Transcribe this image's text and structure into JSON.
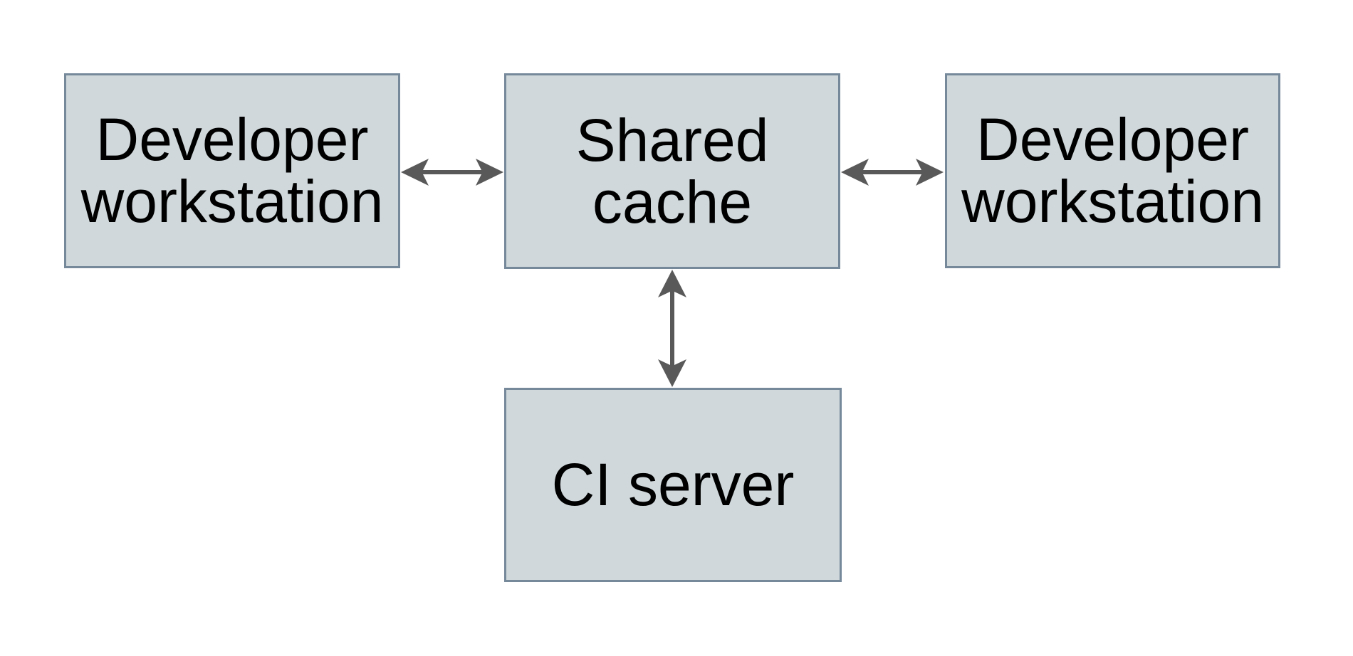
{
  "colors": {
    "background": "#ffffff",
    "node-fill": "#d0d8db",
    "node-border": "#76899a",
    "arrow": "#595959",
    "text": "#000000"
  },
  "nodes": {
    "dev_left": {
      "line1": "Developer",
      "line2": "workstation"
    },
    "shared_cache": {
      "line1": "Shared",
      "line2": "cache"
    },
    "dev_right": {
      "line1": "Developer",
      "line2": "workstation"
    },
    "ci_server": {
      "line1": "CI server"
    }
  },
  "edges": [
    {
      "from": "developer-workstation-left",
      "to": "shared-cache",
      "type": "bidirectional",
      "orientation": "horizontal"
    },
    {
      "from": "shared-cache",
      "to": "developer-workstation-right",
      "type": "bidirectional",
      "orientation": "horizontal"
    },
    {
      "from": "shared-cache",
      "to": "ci-server",
      "type": "bidirectional",
      "orientation": "vertical"
    }
  ]
}
